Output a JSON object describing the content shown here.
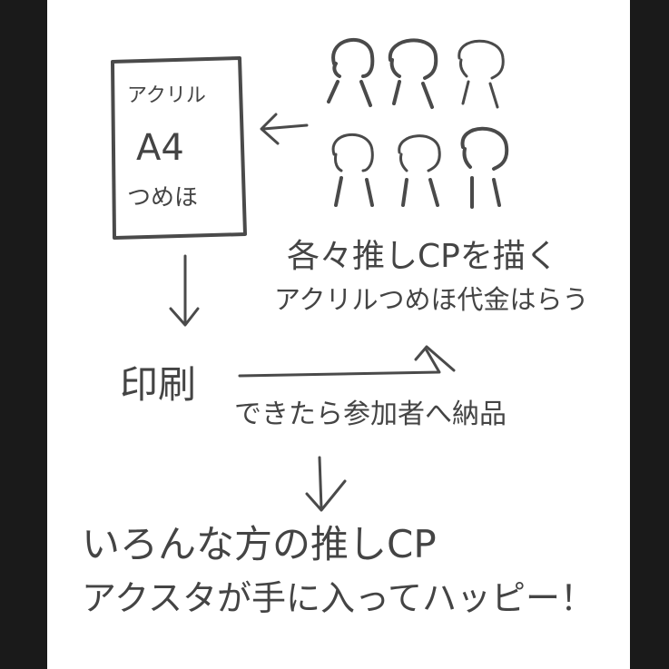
{
  "colors": {
    "background_frame": "#1a1a1a",
    "paper": "#ffffff",
    "ink": "#444444",
    "ink_light": "#8a8a8a"
  },
  "sheet": {
    "line1": "アクリル",
    "line2": "A4",
    "line3": "つめほ"
  },
  "people": {
    "count": 6
  },
  "artist_note": {
    "line1": "各々推しCPを描く",
    "line2": "アクリルつめほ代金はらう"
  },
  "print_step": {
    "label": "印刷"
  },
  "delivery_note": {
    "label": "できたら参加者へ納品"
  },
  "outcome": {
    "line1": "いろんな方の推しCP",
    "line2": "アクスタが手に入ってハッピー！"
  }
}
